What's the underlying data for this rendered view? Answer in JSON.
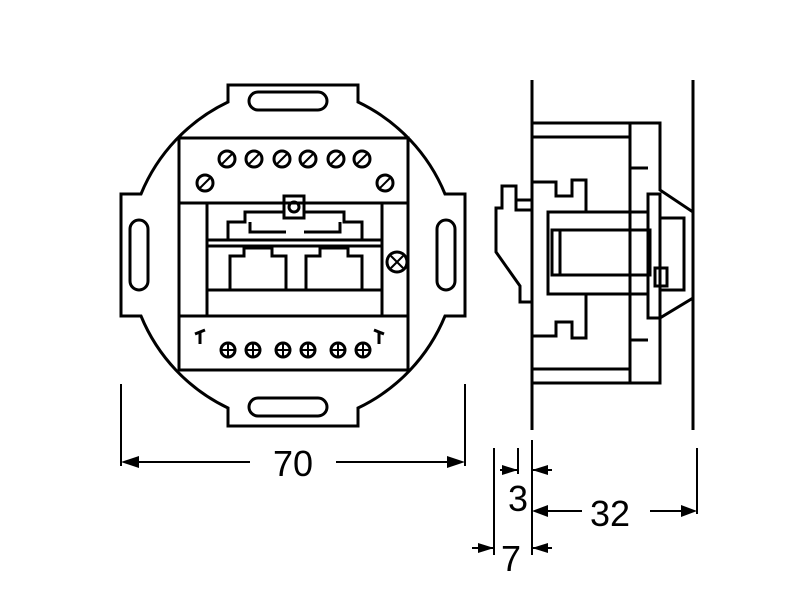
{
  "dimensions": {
    "width": "70",
    "depth_inner": "3",
    "depth_mount": "7",
    "depth_total": "32"
  }
}
